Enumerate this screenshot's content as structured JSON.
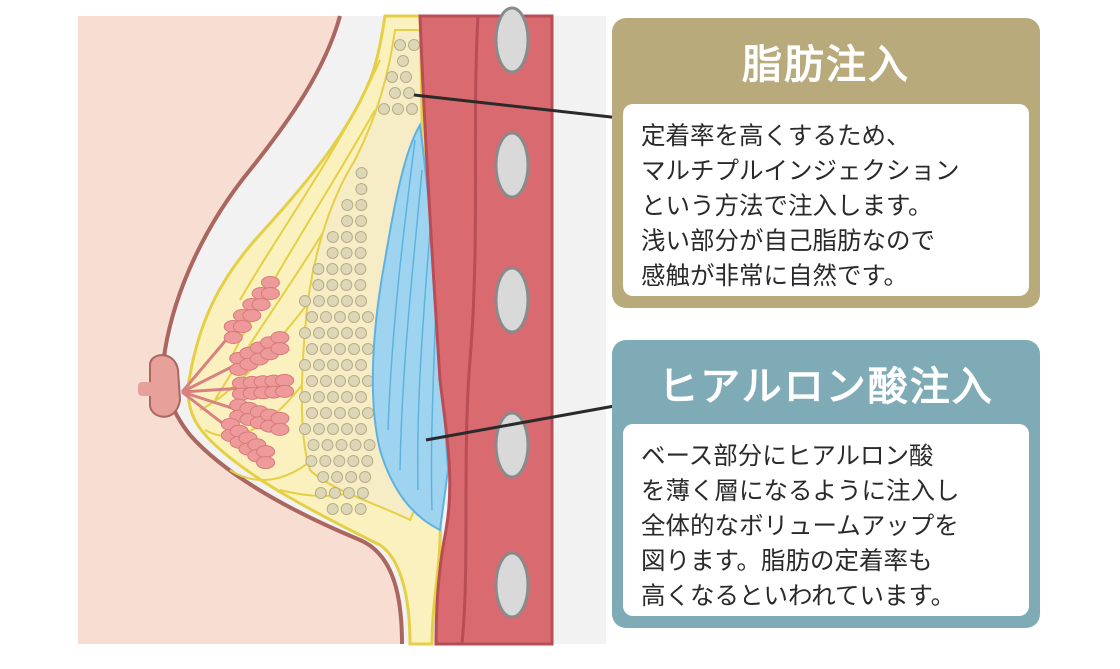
{
  "colors": {
    "background": "#f2f2f2",
    "skin": "#f8ddd3",
    "skin_outline": "#a9675f",
    "fat_layer": "#fbf1bf",
    "fat_outline": "#e4cf45",
    "fat_cells": "#ddd7b8",
    "gland": "#ef9a9a",
    "hyaluronic": "#9fd4f0",
    "muscle": "#d96a6f",
    "muscle_dark": "#b84d55",
    "rib": "#d9d9d9",
    "fat_panel": "#b9aa7c",
    "hyaluronic_panel": "#7fabb7"
  },
  "panels": {
    "fat_injection": {
      "title": "脂肪注入",
      "lines": [
        "定着率を高くするため、",
        "マルチプルインジェクション",
        "という方法で注入します。",
        "浅い部分が自己脂肪なので",
        "感触が非常に自然です。"
      ]
    },
    "hyaluronic_injection": {
      "title": "ヒアルロン酸注入",
      "lines": [
        "ベース部分にヒアルロン酸",
        "を薄く層になるように注入し",
        "全体的なボリュームアップを",
        "図ります。脂肪の定着率も",
        "高くなるといわれています。"
      ]
    }
  }
}
